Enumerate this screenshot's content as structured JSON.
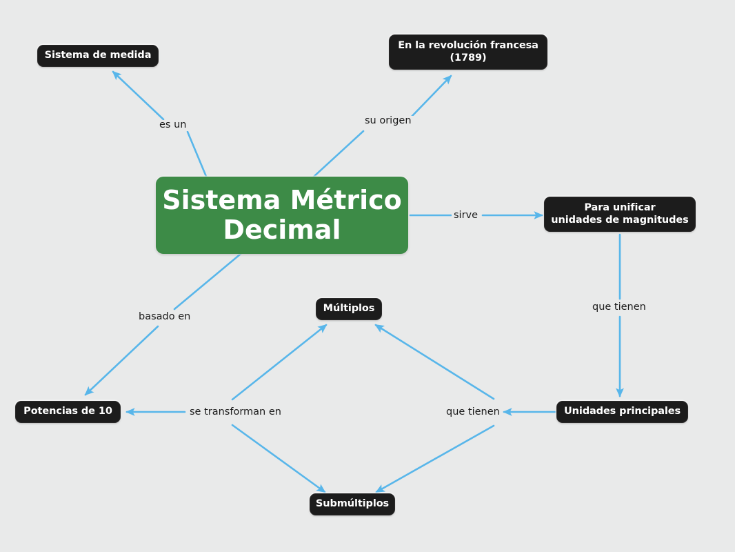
{
  "diagram": {
    "title": "Sistema Métrico Decimal",
    "type": "concept-map",
    "background_color": "#e9eaea",
    "edge_color": "#58b6ea",
    "root_color": "#3d8b47",
    "node_color": "#1c1c1c"
  },
  "nodes": {
    "root": {
      "label": "Sistema Métrico\nDecimal"
    },
    "sistema_medida": {
      "label": "Sistema de medida"
    },
    "revolucion": {
      "label": "En la revolución francesa\n(1789)"
    },
    "unificar": {
      "label": "Para unificar\nunidades de magnitudes"
    },
    "unidades_principales": {
      "label": "Unidades principales"
    },
    "potencias": {
      "label": "Potencias de 10"
    },
    "multiplos": {
      "label": "Múltiplos"
    },
    "submultiplos": {
      "label": "Submúltiplos"
    }
  },
  "edge_labels": {
    "es_un": "es un",
    "su_origen": "su origen",
    "sirve": "sirve",
    "basado_en": "basado en",
    "que_tienen_vertical": "que tienen",
    "se_transforman_en": "se transforman en",
    "que_tienen_horizontal": "que tienen"
  },
  "edges": [
    {
      "from": "root",
      "to": "sistema_medida",
      "label": "es un"
    },
    {
      "from": "root",
      "to": "revolucion",
      "label": "su origen"
    },
    {
      "from": "root",
      "to": "unificar",
      "label": "sirve"
    },
    {
      "from": "root",
      "to": "potencias",
      "label": "basado en"
    },
    {
      "from": "unificar",
      "to": "unidades_principales",
      "label": "que tienen"
    },
    {
      "from": "unidades_principales",
      "to": "que_tienen_horizontal",
      "label": "que tienen"
    },
    {
      "from": "que_tienen_horizontal",
      "to": "multiplos",
      "label": ""
    },
    {
      "from": "que_tienen_horizontal",
      "to": "submultiplos",
      "label": ""
    },
    {
      "from": "se_transforman_en",
      "to": "multiplos",
      "label": ""
    },
    {
      "from": "se_transforman_en",
      "to": "submultiplos",
      "label": ""
    },
    {
      "from": "se_transforman_en",
      "to": "potencias",
      "label": "se transforman en"
    }
  ]
}
